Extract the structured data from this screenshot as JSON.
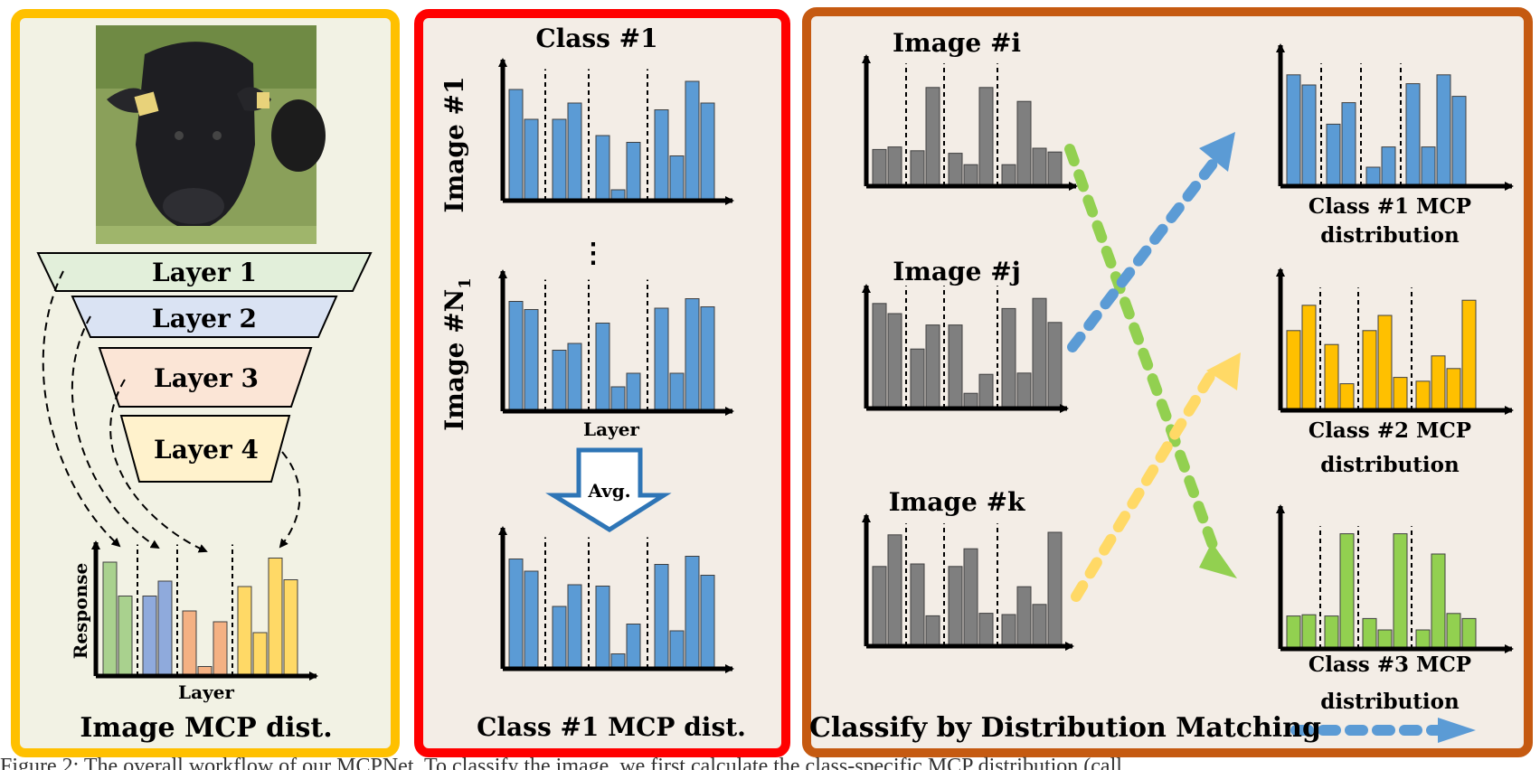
{
  "panel1": {
    "layers": [
      "Layer 1",
      "Layer 2",
      "Layer 3",
      "Layer 4"
    ],
    "ylabel": "Response",
    "xlabel": "Layer",
    "title": "Image MCP dist."
  },
  "panel2": {
    "header": "Class #1",
    "row1_label": "Image #1",
    "row2_label": "Image #N",
    "row2_sub": "1",
    "ellipsis": "⋮",
    "xlabel": "Layer",
    "avg_label": "Avg.",
    "title": "Class #1 MCP dist."
  },
  "panel3": {
    "image_titles": [
      "Image #i",
      "Image #j",
      "Image #k"
    ],
    "class_titles_line1": [
      "Class #1 MCP",
      "Class #2 MCP",
      "Class #3 MCP"
    ],
    "class_titles_line2": [
      "distribution",
      "distribution",
      "distribution"
    ],
    "title": "Classify by Distribution Matching"
  },
  "caption": "Figure 2: The overall workflow of our MCPNet. To classify the image, we first calculate the class-specific MCP distribution (call",
  "colors": {
    "panel1_border": "#ffc000",
    "panel2_border": "#ff0000",
    "panel3_border": "#c55a11",
    "layer_fills": [
      "#e2efda",
      "#dae3f3",
      "#fbe5d6",
      "#fff2cc"
    ],
    "blue_bar": "#5b9bd5",
    "gray_bar": "#7f7f7f",
    "orange_bar": "#ffc000",
    "green_bar": "#92d050",
    "green_arrow": "#92d050",
    "blue_arrow": "#5b9bd5",
    "yellow_arrow": "#ffd966"
  },
  "chart_data": [
    {
      "type": "bar",
      "name": "image_mcp",
      "values": [
        0.84,
        0.59,
        0.59,
        0.7,
        0.48,
        0.07,
        0.4,
        0.66,
        0.32,
        0.87,
        0.71
      ],
      "colors": [
        "#a9d18e",
        "#a9d18e",
        "#8faadc",
        "#8faadc",
        "#f4b183",
        "#f4b183",
        "#f4b183",
        "#ffd966",
        "#ffd966",
        "#ffd966",
        "#ffd966"
      ]
    },
    {
      "type": "bar",
      "name": "class1_image1",
      "values": [
        0.82,
        0.6,
        0.6,
        0.72,
        0.48,
        0.08,
        0.43,
        0.67,
        0.33,
        0.88,
        0.72
      ]
    },
    {
      "type": "bar",
      "name": "class1_imageN1",
      "values": [
        0.81,
        0.75,
        0.45,
        0.5,
        0.65,
        0.18,
        0.28,
        0.76,
        0.28,
        0.83,
        0.77
      ]
    },
    {
      "type": "bar",
      "name": "class1_avg",
      "values": [
        0.81,
        0.72,
        0.46,
        0.62,
        0.61,
        0.11,
        0.33,
        0.77,
        0.28,
        0.83,
        0.69
      ]
    },
    {
      "type": "bar",
      "name": "image_i",
      "values": [
        0.29,
        0.31,
        0.28,
        0.78,
        0.26,
        0.17,
        0.78,
        0.17,
        0.67,
        0.3,
        0.27
      ]
    },
    {
      "type": "bar",
      "name": "image_j",
      "values": [
        0.83,
        0.75,
        0.47,
        0.66,
        0.66,
        0.12,
        0.27,
        0.79,
        0.28,
        0.87,
        0.68
      ]
    },
    {
      "type": "bar",
      "name": "image_k",
      "values": [
        0.63,
        0.88,
        0.65,
        0.24,
        0.63,
        0.77,
        0.26,
        0.25,
        0.47,
        0.33,
        0.9
      ]
    },
    {
      "type": "bar",
      "name": "class1_mcp",
      "values": [
        0.88,
        0.8,
        0.49,
        0.66,
        0.15,
        0.31,
        0.81,
        0.31,
        0.88,
        0.71
      ]
    },
    {
      "type": "bar",
      "name": "class2_mcp",
      "values": [
        0.63,
        0.83,
        0.52,
        0.21,
        0.63,
        0.75,
        0.26,
        0.23,
        0.43,
        0.33,
        0.87
      ]
    },
    {
      "type": "bar",
      "name": "class3_mcp",
      "values": [
        0.26,
        0.27,
        0.26,
        0.91,
        0.24,
        0.15,
        0.91,
        0.15,
        0.75,
        0.28,
        0.24
      ]
    }
  ]
}
